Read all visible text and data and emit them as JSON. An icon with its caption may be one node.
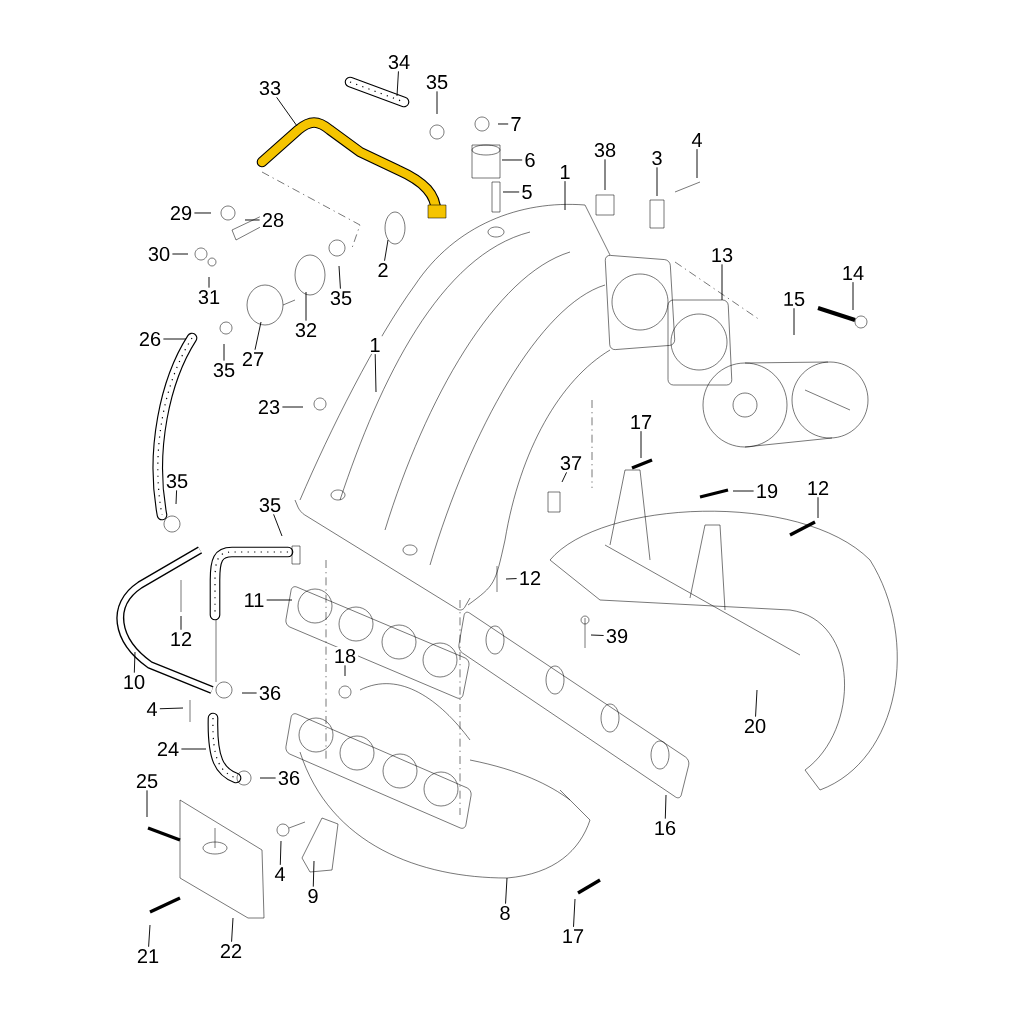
{
  "diagram": {
    "nodes": [
      {
        "text": [
          "34"
        ]
      },
      {
        "text": [
          "33"
        ]
      },
      {
        "text": [
          "35"
        ]
      },
      {
        "text": [
          "7"
        ]
      },
      {
        "text": [
          "4"
        ]
      },
      {
        "text": [
          "38"
        ]
      },
      {
        "text": [
          "3"
        ]
      },
      {
        "text": [
          "6"
        ]
      },
      {
        "text": [
          "1"
        ]
      },
      {
        "text": [
          "5"
        ]
      },
      {
        "text": [
          "29"
        ]
      },
      {
        "text": [
          "28"
        ]
      },
      {
        "text": [
          "30"
        ]
      },
      {
        "text": [
          "13"
        ]
      },
      {
        "text": [
          "2"
        ]
      },
      {
        "text": [
          "14"
        ]
      },
      {
        "text": [
          "31"
        ]
      },
      {
        "text": [
          "35"
        ]
      },
      {
        "text": [
          "15"
        ]
      },
      {
        "text": [
          "32"
        ]
      },
      {
        "text": [
          "26"
        ]
      },
      {
        "text": [
          "1"
        ]
      },
      {
        "text": [
          "27"
        ]
      },
      {
        "text": [
          "35"
        ]
      },
      {
        "text": [
          "23"
        ]
      },
      {
        "text": [
          "17"
        ]
      },
      {
        "text": [
          "37"
        ]
      },
      {
        "text": [
          "35"
        ]
      },
      {
        "text": [
          "19"
        ]
      },
      {
        "text": [
          "12"
        ]
      },
      {
        "text": [
          "35"
        ]
      },
      {
        "text": [
          "12"
        ]
      },
      {
        "text": [
          "11"
        ]
      },
      {
        "text": [
          "39"
        ]
      },
      {
        "text": [
          "12"
        ]
      },
      {
        "text": [
          "10"
        ]
      },
      {
        "text": [
          "18"
        ]
      },
      {
        "text": [
          "36"
        ]
      },
      {
        "text": [
          "4"
        ]
      },
      {
        "text": [
          "20"
        ]
      },
      {
        "text": [
          "24"
        ]
      },
      {
        "text": [
          "36"
        ]
      },
      {
        "text": [
          "25"
        ]
      },
      {
        "text": [
          "16"
        ]
      },
      {
        "text": [
          "4"
        ]
      },
      {
        "text": [
          "9"
        ]
      },
      {
        "text": [
          "8"
        ]
      },
      {
        "text": [
          "17"
        ]
      },
      {
        "text": [
          "21"
        ]
      },
      {
        "text": [
          "22"
        ]
      }
    ],
    "edges": [
      {
        "from": 0,
        "to": null,
        "arrow": "none"
      },
      {
        "from": 1,
        "to": null,
        "arrow": "none"
      },
      {
        "from": 2,
        "to": null,
        "arrow": "none"
      },
      {
        "from": 3,
        "to": null,
        "arrow": "none"
      },
      {
        "from": 4,
        "to": null,
        "arrow": "none"
      },
      {
        "from": 5,
        "to": null,
        "arrow": "none"
      },
      {
        "from": 6,
        "to": null,
        "arrow": "none"
      },
      {
        "from": 7,
        "to": null,
        "arrow": "none"
      },
      {
        "from": 8,
        "to": null,
        "arrow": "none"
      },
      {
        "from": 9,
        "to": null,
        "arrow": "none"
      },
      {
        "from": 10,
        "to": null,
        "arrow": "none"
      },
      {
        "from": 11,
        "to": null,
        "arrow": "none"
      },
      {
        "from": 12,
        "to": null,
        "arrow": "none"
      },
      {
        "from": 13,
        "to": null,
        "arrow": "none"
      },
      {
        "from": 14,
        "to": null,
        "arrow": "none"
      },
      {
        "from": 15,
        "to": null,
        "arrow": "none"
      },
      {
        "from": 16,
        "to": null,
        "arrow": "none"
      },
      {
        "from": 17,
        "to": null,
        "arrow": "none"
      },
      {
        "from": 18,
        "to": null,
        "arrow": "none"
      },
      {
        "from": 19,
        "to": null,
        "arrow": "none"
      },
      {
        "from": 20,
        "to": null,
        "arrow": "none"
      },
      {
        "from": 21,
        "to": null,
        "arrow": "none"
      },
      {
        "from": 22,
        "to": null,
        "arrow": "none"
      },
      {
        "from": 23,
        "to": null,
        "arrow": "none"
      },
      {
        "from": 24,
        "to": null,
        "arrow": "none"
      },
      {
        "from": 25,
        "to": null,
        "arrow": "none"
      },
      {
        "from": 26,
        "to": null,
        "arrow": "none"
      },
      {
        "from": 27,
        "to": null,
        "arrow": "none"
      },
      {
        "from": 28,
        "to": null,
        "arrow": "none"
      },
      {
        "from": 29,
        "to": null,
        "arrow": "none"
      },
      {
        "from": 30,
        "to": null,
        "arrow": "none"
      },
      {
        "from": 31,
        "to": null,
        "arrow": "none"
      },
      {
        "from": 32,
        "to": null,
        "arrow": "none"
      },
      {
        "from": 33,
        "to": null,
        "arrow": "none"
      },
      {
        "from": 34,
        "to": null,
        "arrow": "none"
      },
      {
        "from": 35,
        "to": null,
        "arrow": "none"
      },
      {
        "from": 36,
        "to": null,
        "arrow": "none"
      },
      {
        "from": 37,
        "to": null,
        "arrow": "none"
      },
      {
        "from": 38,
        "to": null,
        "arrow": "none"
      },
      {
        "from": 39,
        "to": null,
        "arrow": "none"
      },
      {
        "from": 40,
        "to": null,
        "arrow": "none"
      },
      {
        "from": 41,
        "to": null,
        "arrow": "none"
      },
      {
        "from": 42,
        "to": null,
        "arrow": "none"
      },
      {
        "from": 43,
        "to": null,
        "arrow": "none"
      },
      {
        "from": 44,
        "to": null,
        "arrow": "none"
      },
      {
        "from": 45,
        "to": null,
        "arrow": "none"
      },
      {
        "from": 46,
        "to": null,
        "arrow": "none"
      },
      {
        "from": 47,
        "to": null,
        "arrow": "none"
      },
      {
        "from": 48,
        "to": null,
        "arrow": "none"
      },
      {
        "from": 49,
        "to": null,
        "arrow": "none"
      }
    ]
  }
}
